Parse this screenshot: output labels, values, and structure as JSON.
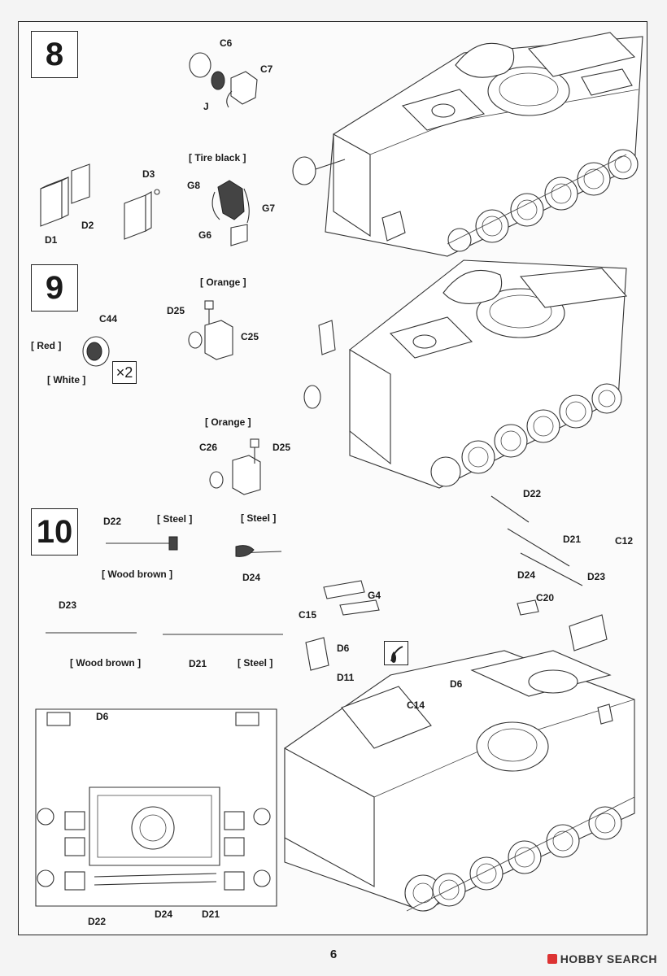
{
  "page": {
    "number": "6",
    "watermark": "HOBBY SEARCH"
  },
  "steps": [
    {
      "number": "8",
      "labels": [
        "C6",
        "C7",
        "J",
        "D3",
        "D1",
        "D2",
        "G8",
        "G7",
        "G6"
      ],
      "paint": "[ Tire black ]"
    },
    {
      "number": "9",
      "labels": [
        "C44",
        "D25",
        "C25",
        "C26",
        "D25"
      ],
      "paints": [
        "[ Red ]",
        "[ White ]",
        "[ Orange ]",
        "[ Orange ]"
      ],
      "multiplier": "×2"
    },
    {
      "number": "10",
      "labels": [
        "D22",
        "D24",
        "D23",
        "D21",
        "G4",
        "C15",
        "D6",
        "D11",
        "C14",
        "D6",
        "D22",
        "D21",
        "D23",
        "D24",
        "C20",
        "C12",
        "D6",
        "D22",
        "D24",
        "D21"
      ],
      "paints": [
        "[ Steel ]",
        "[ Steel ]",
        "[ Wood brown ]",
        "[ Wood brown ]",
        "[ Steel ]"
      ]
    }
  ]
}
